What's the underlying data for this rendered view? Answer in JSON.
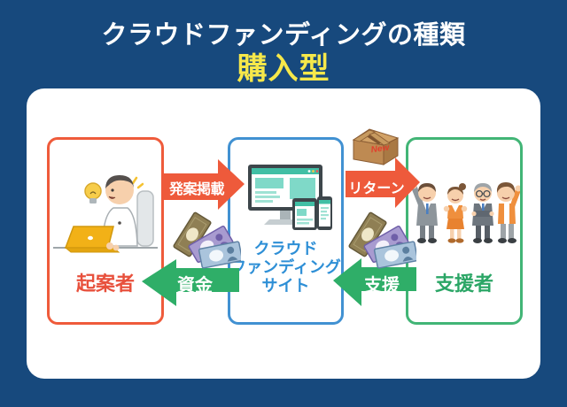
{
  "title": "クラウドファンディングの種類",
  "subtitle": "購入型",
  "colors": {
    "background_navy": "#17497D",
    "panel_white": "#FFFFFF",
    "accent_orange_red": "#EF5B3B",
    "accent_green": "#2FAE68",
    "accent_blue": "#4191D2",
    "subtitle_yellow": "#F6E84A",
    "site_text_blue": "#2E8FD6",
    "initiator_text": "#E8503C",
    "supporters_text": "#2BA666",
    "teal_screen": "#41BFA5"
  },
  "boxes": {
    "initiator": {
      "label": "起案者"
    },
    "site": {
      "label_lines": [
        "クラウド",
        "ファンディング",
        "サイト"
      ]
    },
    "supporters": {
      "label": "支援者"
    }
  },
  "arrows": {
    "post": {
      "label": "発案掲載",
      "direction": "right",
      "color": "#EE5A3B"
    },
    "return": {
      "label": "リターン",
      "direction": "right",
      "color": "#EE5A3B"
    },
    "fund": {
      "label": "資金",
      "direction": "left",
      "color": "#2FAE68"
    },
    "support": {
      "label": "支援",
      "direction": "left",
      "color": "#2FAE68"
    }
  },
  "icons": {
    "package_label": "New",
    "fund_money": "yen-bills-icon",
    "support_money": "yen-bills-icon",
    "return_package": "cardboard-box-icon",
    "idea": "lightbulb-icon"
  }
}
